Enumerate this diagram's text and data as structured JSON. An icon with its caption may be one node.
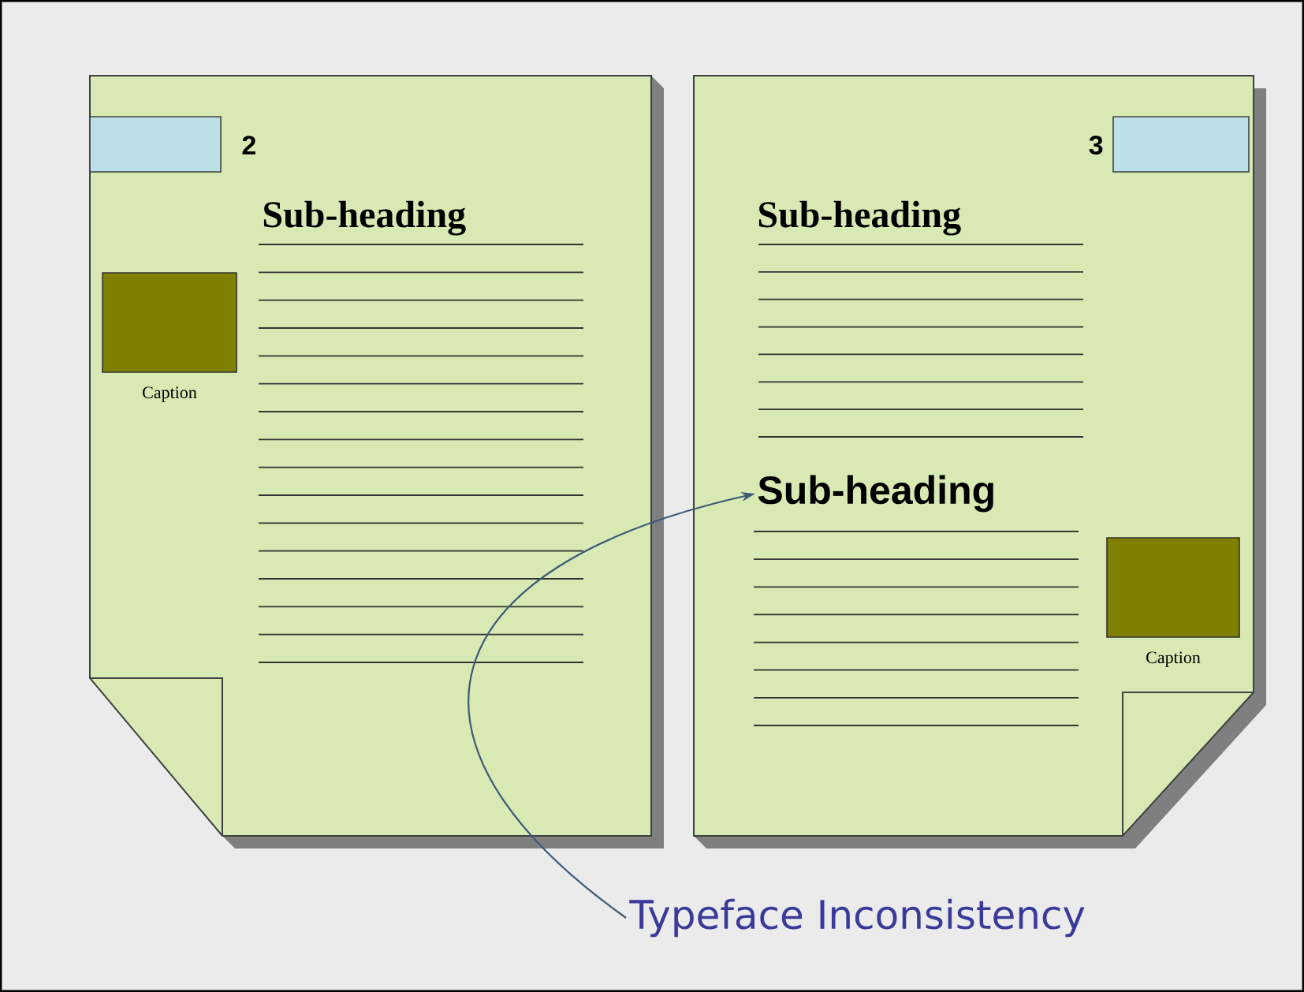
{
  "diagram": {
    "nodes": [
      {
        "text": [
          "2",
          "Sub-heading"
        ]
      },
      {
        "text": [],
        "shape": "box",
        "in": 0,
        "beside": [
          "Caption"
        ]
      },
      {
        "text": [
          "3",
          "Sub-heading"
        ]
      },
      {
        "text": [
          "Sub-heading"
        ],
        "in": 2
      },
      {
        "text": [],
        "shape": "box",
        "in": 2,
        "beside": [
          "Caption"
        ]
      },
      {
        "text": [
          "Typeface Inconsistency"
        ]
      }
    ],
    "edges": [
      {
        "from": 5,
        "to": 3,
        "arrow": "to"
      }
    ]
  }
}
